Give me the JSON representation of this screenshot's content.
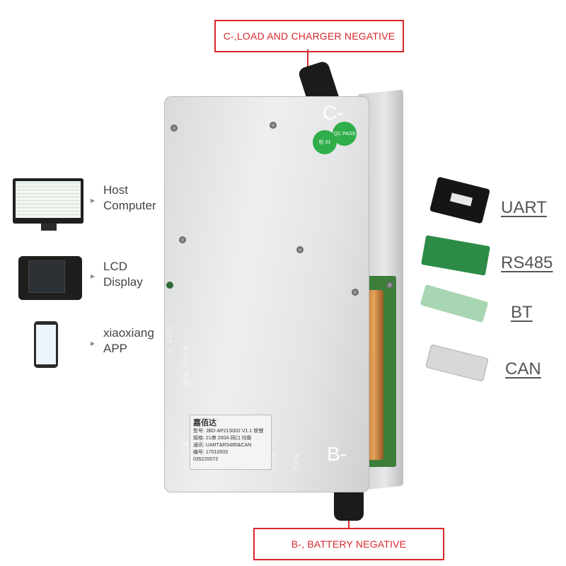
{
  "callouts": {
    "top": "C-,LOAD AND CHARGER NEGATIVE",
    "bottom": "B-,  BATTERY NEGATIVE"
  },
  "left_items": [
    {
      "line1": "Host",
      "line2": "Computer",
      "icon": "monitor-icon"
    },
    {
      "line1": "LCD",
      "line2": "Display",
      "icon": "lcd-display-icon"
    },
    {
      "line1": "xiaoxiang",
      "line2": "APP",
      "icon": "phone-icon"
    }
  ],
  "right_items": [
    {
      "label": "UART",
      "icon": "uart-box-icon"
    },
    {
      "label": "RS485",
      "icon": "rs485-board-icon"
    },
    {
      "label": "BT",
      "icon": "bt-board-icon"
    },
    {
      "label": "CAN",
      "icon": "can-adapter-icon"
    }
  ],
  "board": {
    "c_minus": "C-",
    "b_minus": "B-",
    "sticker_brand": "嘉佰达",
    "sticker_lines": [
      "型号: JBD-AP21S002 V1.1 铁锂",
      "规格: 21串 200A 同口 均衡",
      "通讯: UART&RS485&CAN",
      "编号: 17010003"
    ],
    "sticker_serial": "035220073",
    "side_text_1": "URT S",
    "side_text_2": "R485 开关",
    "bottom_text_1": "B 2 +4",
    "bottom_text_2": "BCO",
    "bottom_text_3": "NTC"
  },
  "colors": {
    "callout_red": "#d9262b",
    "label_gray": "#444444",
    "qc_green": "#2fae4a"
  }
}
